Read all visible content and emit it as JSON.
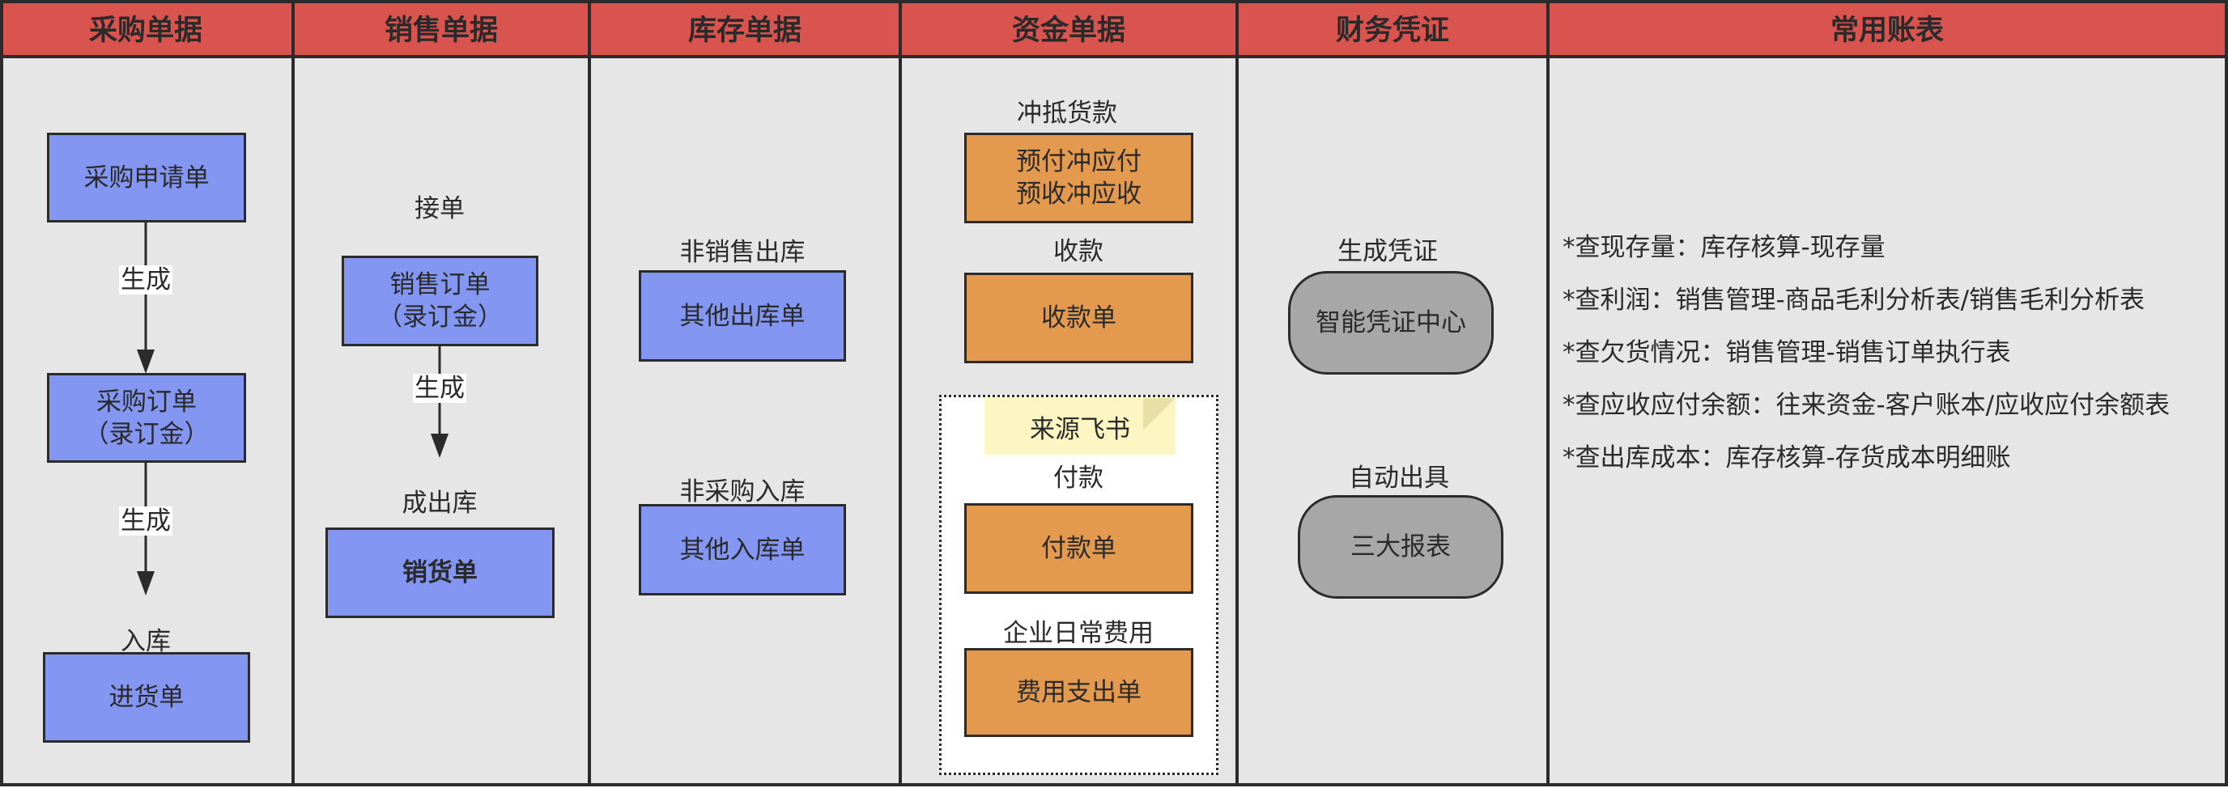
{
  "columns": [
    {
      "title": "采购单据"
    },
    {
      "title": "销售单据"
    },
    {
      "title": "库存单据"
    },
    {
      "title": "资金单据"
    },
    {
      "title": "财务凭证"
    },
    {
      "title": "常用账表"
    }
  ],
  "purchase": {
    "request": "采购申请单",
    "order": "采购订单\n（录订金）",
    "receipt": "进货单",
    "edge1": "生成",
    "edge2": "生成",
    "in_label": "入库"
  },
  "sales": {
    "accept_label": "接单",
    "order": "销售订单\n（录订金）",
    "edge": "生成",
    "out_label": "成出库",
    "delivery": "销货单"
  },
  "inventory": {
    "non_sale_label": "非销售出库",
    "other_out": "其他出库单",
    "non_purchase_label": "非采购入库",
    "other_in": "其他入库单"
  },
  "funds": {
    "offset_label": "冲抵货款",
    "offset_box": "预付冲应付\n预收冲应收",
    "receive_label": "收款",
    "receive_box": "收款单",
    "note": "来源飞书",
    "pay_label": "付款",
    "pay_box": "付款单",
    "expense_label": "企业日常费用",
    "expense_box": "费用支出单"
  },
  "vouchers": {
    "gen_label": "生成凭证",
    "center": "智能凭证中心",
    "auto_label": "自动出具",
    "reports": "三大报表"
  },
  "reports": {
    "tips": [
      "*查现存量：库存核算-现存量",
      "*查利润：销售管理-商品毛利分析表/销售毛利分析表",
      "*查欠货情况：销售管理-销售订单执行表",
      "*查应收应付余额：往来资金-客户账本/应收应付余额表",
      "*查出库成本：库存核算-存货成本明细账"
    ]
  }
}
